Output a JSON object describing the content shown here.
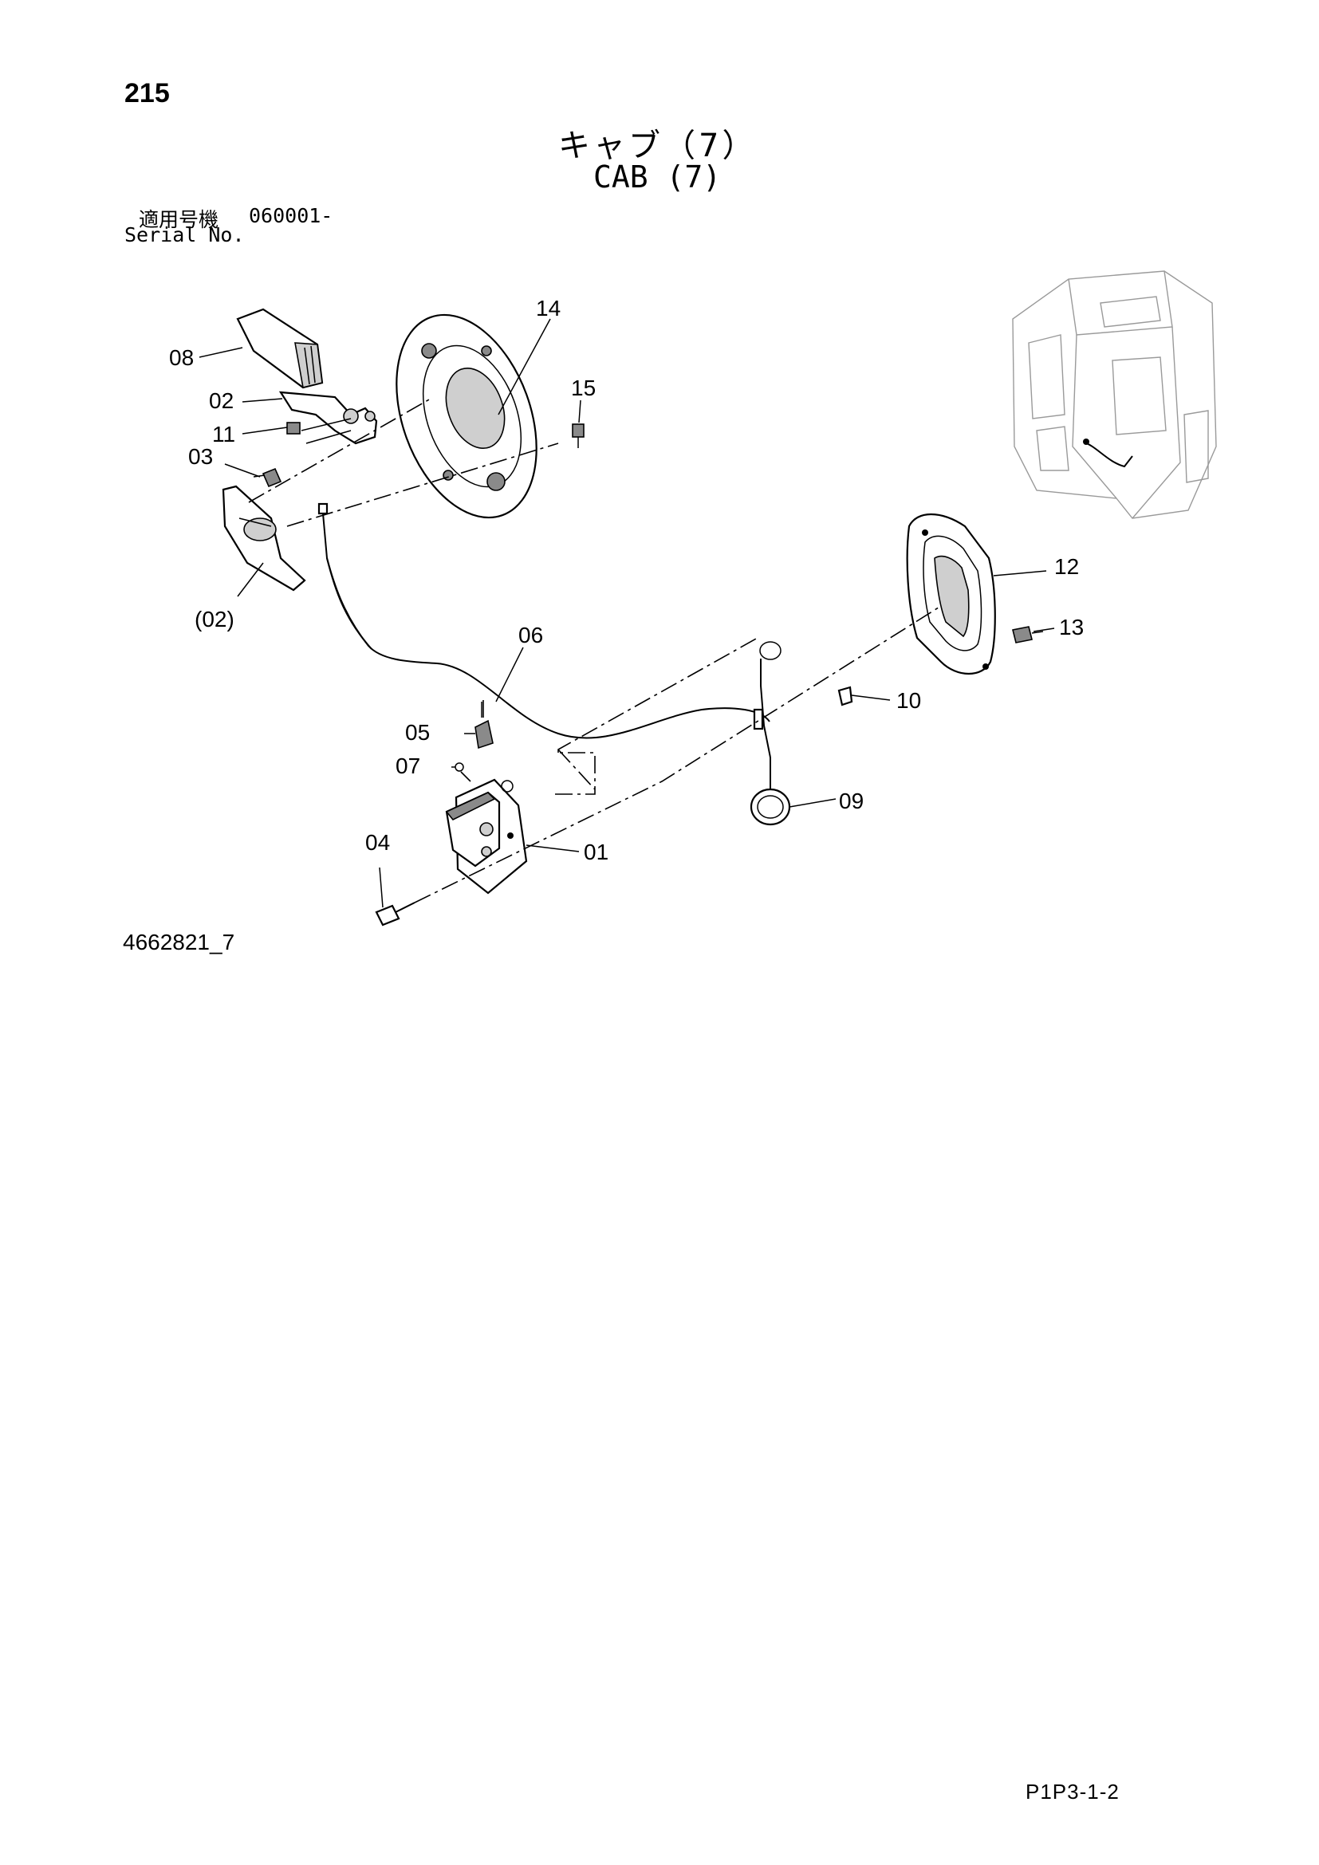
{
  "page_number": "215",
  "title_ja": "キャブ（7）",
  "title_en": "CAB (7)",
  "serial": {
    "label_ja": "適用号機",
    "value": "060001-",
    "label_en": "Serial No."
  },
  "drawing_number": "4662821_7",
  "page_code": "P1P3-1-2",
  "callouts": {
    "c14": "14",
    "c15": "15",
    "c08": "08",
    "c02": "02",
    "c11": "11",
    "c03": "03",
    "c02b": "(02)",
    "c12": "12",
    "c13": "13",
    "c06": "06",
    "c10": "10",
    "c05": "05",
    "c07": "07",
    "c09": "09",
    "c04": "04",
    "c01": "01"
  }
}
